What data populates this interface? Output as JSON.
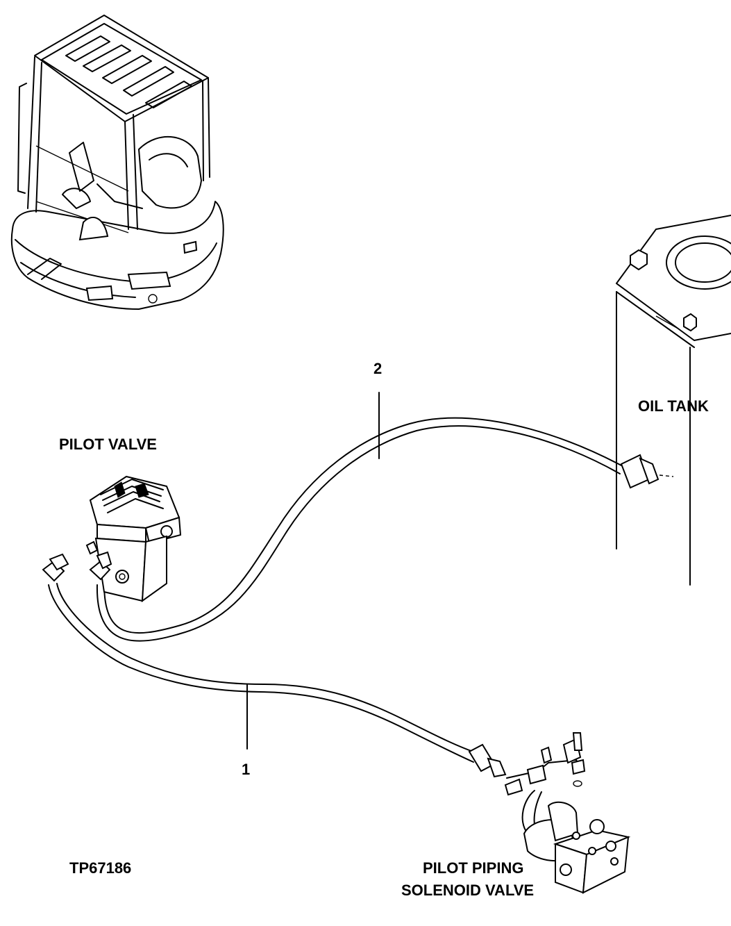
{
  "labels": {
    "pilot_valve": "PILOT VALVE",
    "oil_tank": "OIL TANK",
    "solenoid_line1": "PILOT PIPING",
    "solenoid_line2": "SOLENOID VALVE",
    "part_1": "1",
    "part_2": "2",
    "drawing_id": "TP67186"
  },
  "icons": {
    "machine": "excavator-cab-icon",
    "pilot_valve": "pilot-valve-icon",
    "oil_tank": "oil-tank-icon",
    "solenoid_valve": "solenoid-valve-icon"
  },
  "colors": {
    "line": "#000000",
    "background": "#ffffff"
  }
}
